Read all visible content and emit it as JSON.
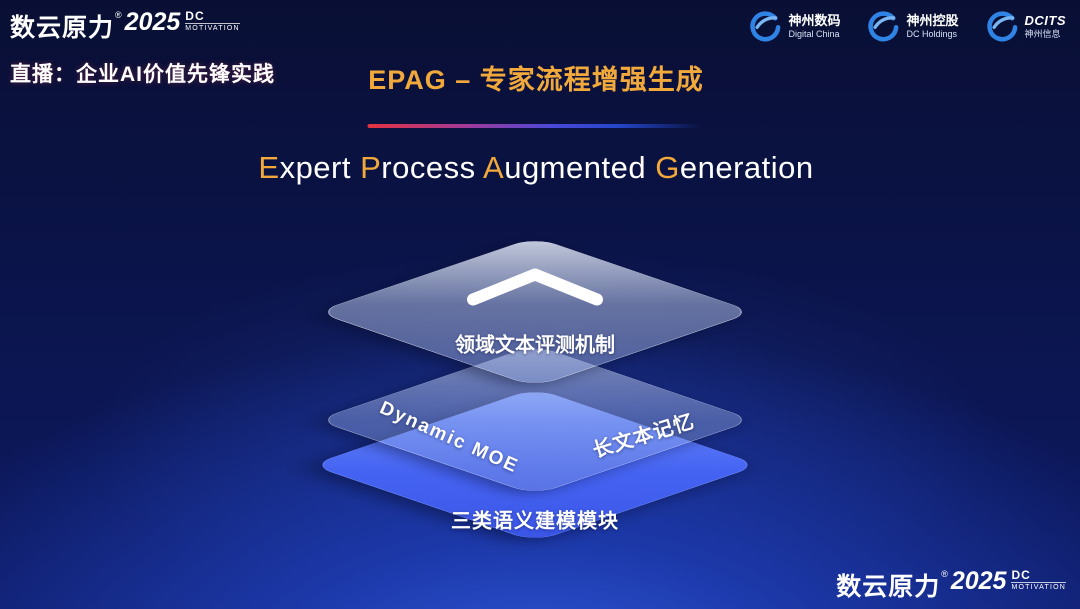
{
  "brand": {
    "cn": "数云原力",
    "reg": "®",
    "year": "2025",
    "dc": "DC",
    "motivation": "MOTIVATION"
  },
  "header": {
    "stream_label": "直播：企业AI价值先锋实践",
    "logos": [
      {
        "cn": "神州数码",
        "en": "Digital China"
      },
      {
        "cn": "神州控股",
        "en": "DC Holdings"
      },
      {
        "cn": "DCITS",
        "en": "神州信息"
      }
    ]
  },
  "title": {
    "cn": "EPAG – 专家流程增强生成",
    "en": {
      "e_lead": "E",
      "e_rest": "xpert",
      "p_lead": "P",
      "p_rest": "rocess",
      "a_lead": "A",
      "a_rest": "ugmented",
      "g_lead": "G",
      "g_rest": "eneration"
    }
  },
  "diagram": {
    "top_label": "领域文本评测机制",
    "middle_left_label": "Dynamic MOE",
    "middle_right_label": "长文本记忆",
    "bottom_label": "三类语义建模模块"
  },
  "colors": {
    "accent_gold": "#F2A93B",
    "layer_blue": "#4563F2",
    "divider_red": "#E53340",
    "background_navy": "#0B144A"
  }
}
